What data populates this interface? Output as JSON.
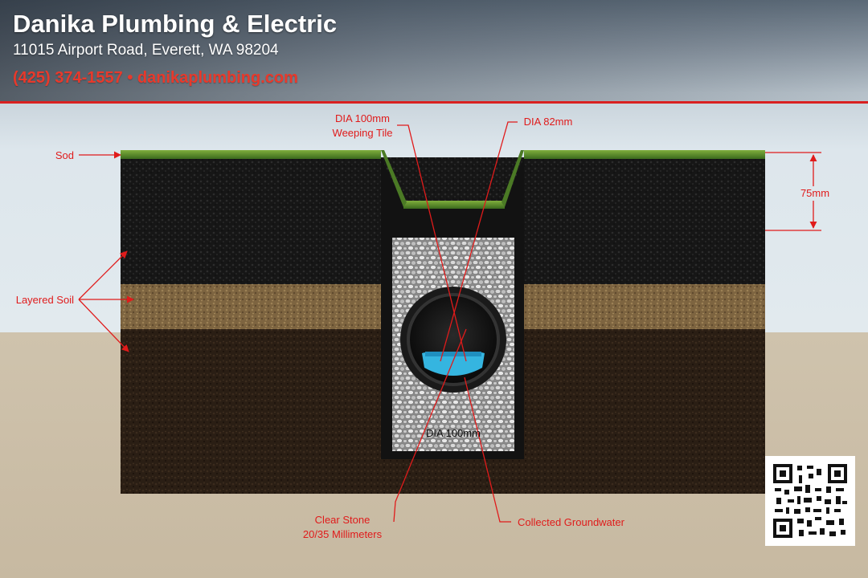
{
  "header": {
    "company": "Danika Plumbing & Electric",
    "address": "11015 Airport Road, Everett, WA 98204",
    "contact": "(425) 374-1557 • danikaplumbing.com"
  },
  "labels": {
    "sod": "Sod",
    "layered_soil": "Layered Soil",
    "weeping_tile_line1": "DIA 100mm",
    "weeping_tile_line2": "Weeping Tile",
    "dia_82": "DIA 82mm",
    "depth": "75mm",
    "pipe_dia": "DIA 100mm",
    "clear_stone_line1": "Clear Stone",
    "clear_stone_line2": "20/35 Millimeters",
    "groundwater": "Collected Groundwater"
  },
  "colors": {
    "accent_red": "#e01b1b",
    "header_red": "#e8392b",
    "water": "#35b5e0"
  }
}
